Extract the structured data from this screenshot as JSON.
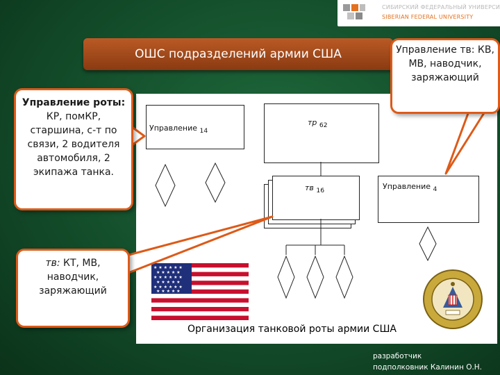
{
  "logo": {
    "line1": "СИБИРСКИЙ ФЕДЕРАЛЬНЫЙ УНИВЕРСИТЕТ",
    "line2": "SIBERIAN FEDERAL UNIVERSITY"
  },
  "title": "ОШС подразделений армии США",
  "diagram": {
    "box_hq14": {
      "label": "Управление",
      "sub": "14"
    },
    "box_tp62": {
      "label": "тр",
      "sub": "62"
    },
    "box_tv16": {
      "label": "тв",
      "sub": "16"
    },
    "box_hq4": {
      "label": "Управление",
      "sub": "4"
    },
    "caption": "Организация танковой роты армии США"
  },
  "callouts": {
    "company_hq": {
      "bold": "Управление роты:",
      "text": " КР, помКР, старшина, с-т по связи, 2 водителя автомобиля, 2 экипажа танка."
    },
    "platoon_hq": {
      "bold": "Управление тв:",
      "text": " КВ, МВ, наводчик, заряжающий"
    },
    "tank": {
      "bold": "тв:",
      "text": " КТ, МВ, наводчик, заряжающий"
    }
  },
  "credit": {
    "line1": "разработчик",
    "line2": "подполковник Калинин О.Н."
  },
  "colors": {
    "accent": "#dd5a18",
    "title_bar": "#a84a1a",
    "background": "#134d2a"
  }
}
